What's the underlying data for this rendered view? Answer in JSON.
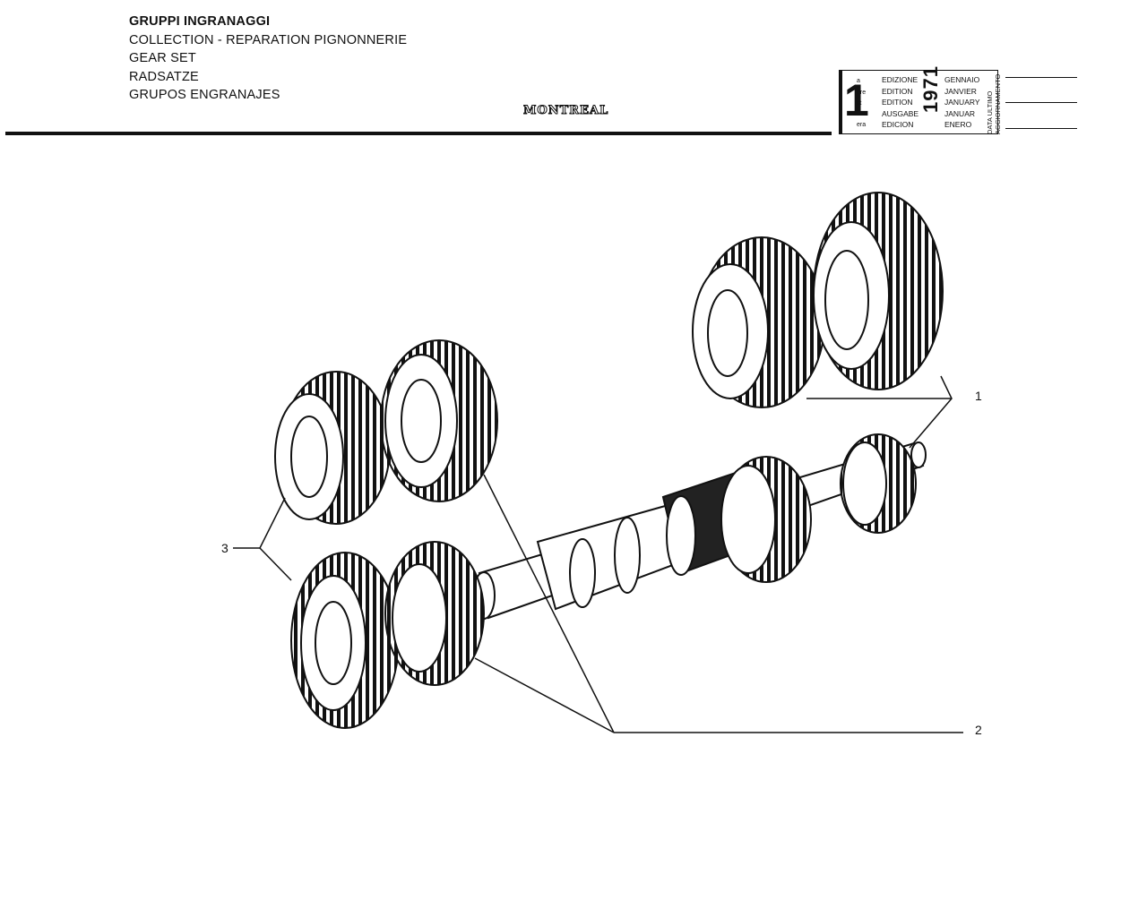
{
  "header": {
    "titles": [
      "GRUPPI INGRANAGGI",
      "COLLECTION - REPARATION PIGNONNERIE",
      "GEAR  SET",
      "RADSATZE",
      "GRUPOS ENGRANAJES"
    ],
    "brand": "MONTREAL"
  },
  "edition_box": {
    "number": "1",
    "suffixes": [
      "a",
      "ere",
      "st",
      ".",
      "era"
    ],
    "labels": [
      "EDIZIONE",
      "EDITION",
      "EDITION",
      "AUSGABE",
      "EDICION"
    ],
    "year": "1971",
    "months": [
      "GENNAIO",
      "JANVIER",
      "JANUARY",
      "JANUAR",
      "ENERO"
    ],
    "side_text": [
      "DATA ULTIMO",
      "AGGIORNAMENTO"
    ]
  },
  "callouts": {
    "c1": "1",
    "c2": "2",
    "c3": "3"
  }
}
